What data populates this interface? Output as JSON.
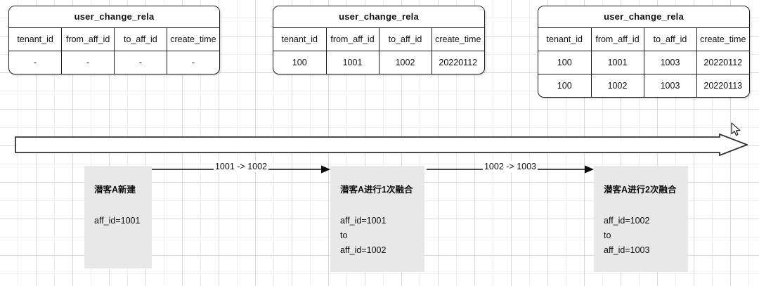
{
  "diagram": {
    "title_text": "user_change_rela",
    "columns": [
      "tenant_id",
      "from_aff_id",
      "to_aff_id",
      "create_time"
    ],
    "tables": [
      {
        "name": "user_change_rela",
        "rows": [
          [
            "-",
            "-",
            "-",
            "-"
          ]
        ]
      },
      {
        "name": "user_change_rela",
        "rows": [
          [
            "100",
            "1001",
            "1002",
            "20220112"
          ]
        ]
      },
      {
        "name": "user_change_rela",
        "rows": [
          [
            "100",
            "1001",
            "1003",
            "20220112"
          ],
          [
            "100",
            "1002",
            "1003",
            "20220113"
          ]
        ]
      }
    ],
    "stages": [
      {
        "title": "潜客A新建",
        "lines": [
          "aff_id=1001"
        ]
      },
      {
        "title": "潜客A进行1次融合",
        "lines": [
          "aff_id=1001",
          "to",
          "aff_id=1002"
        ]
      },
      {
        "title": "潜客A进行2次融合",
        "lines": [
          "aff_id=1002",
          "to",
          "aff_id=1003"
        ]
      }
    ],
    "connectors": [
      {
        "label": "1001 -> 1002"
      },
      {
        "label": "1002 -> 1003"
      }
    ],
    "timeline": {
      "label": ""
    },
    "colors": {
      "stroke": "#1a1a1a",
      "box_fill": "#e8e8e8",
      "grid_minor": "#eeeeee",
      "grid_major": "#d9d9d9",
      "background": "#ffffff"
    }
  }
}
